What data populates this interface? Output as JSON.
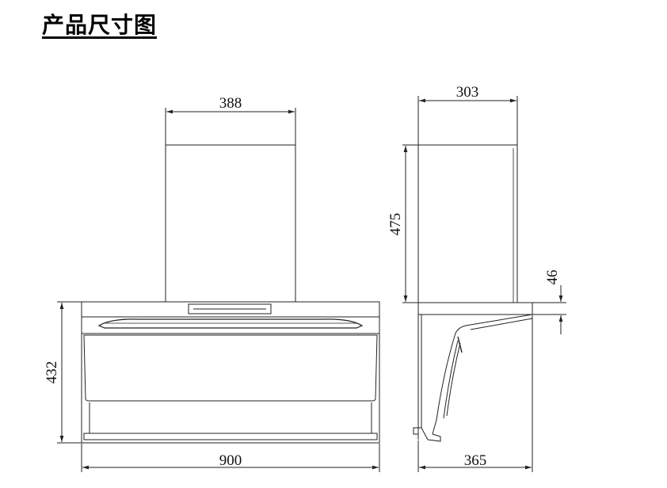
{
  "title": "产品尺寸图",
  "dimensions": {
    "front_chimney_width": "388",
    "front_body_height": "432",
    "front_width": "900",
    "side_chimney_depth": "303",
    "side_chimney_height": "475",
    "side_top_height": "46",
    "side_depth": "365"
  },
  "colors": {
    "line": "#222222",
    "background": "#ffffff"
  }
}
